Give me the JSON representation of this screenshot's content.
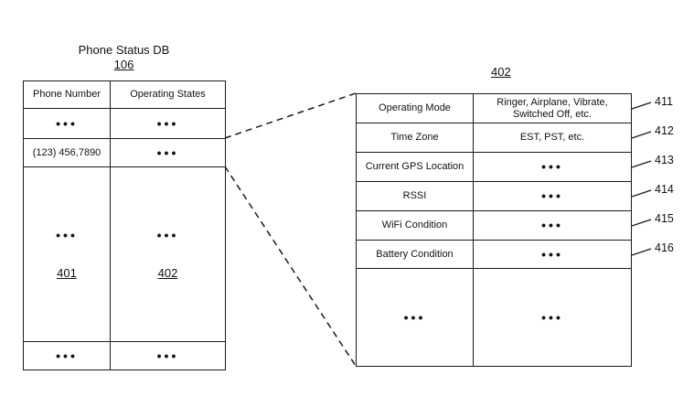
{
  "db_title": "Phone Status DB",
  "db_ref": "106",
  "left_table": {
    "headers": [
      "Phone Number",
      "Operating States"
    ],
    "rows": [
      [
        "...",
        "..."
      ],
      [
        "(123) 456,7890",
        "..."
      ],
      [
        "...",
        "..."
      ],
      [
        "...",
        "..."
      ]
    ],
    "column_refs": [
      "401",
      "402"
    ]
  },
  "detail_ref": "402",
  "right_table": {
    "rows": [
      {
        "label": "Operating Mode",
        "value": "Ringer, Airplane, Vibrate, Switched Off, etc.",
        "callout": "411"
      },
      {
        "label": "Time Zone",
        "value": "EST, PST, etc.",
        "callout": "412"
      },
      {
        "label": "Current GPS Location",
        "value": "...",
        "callout": "413"
      },
      {
        "label": "RSSI",
        "value": "...",
        "callout": "414"
      },
      {
        "label": "WiFi Condition",
        "value": "...",
        "callout": "415"
      },
      {
        "label": "Battery Condition",
        "value": "...",
        "callout": "416"
      },
      {
        "label": "...",
        "value": "...",
        "callout": ""
      }
    ]
  }
}
